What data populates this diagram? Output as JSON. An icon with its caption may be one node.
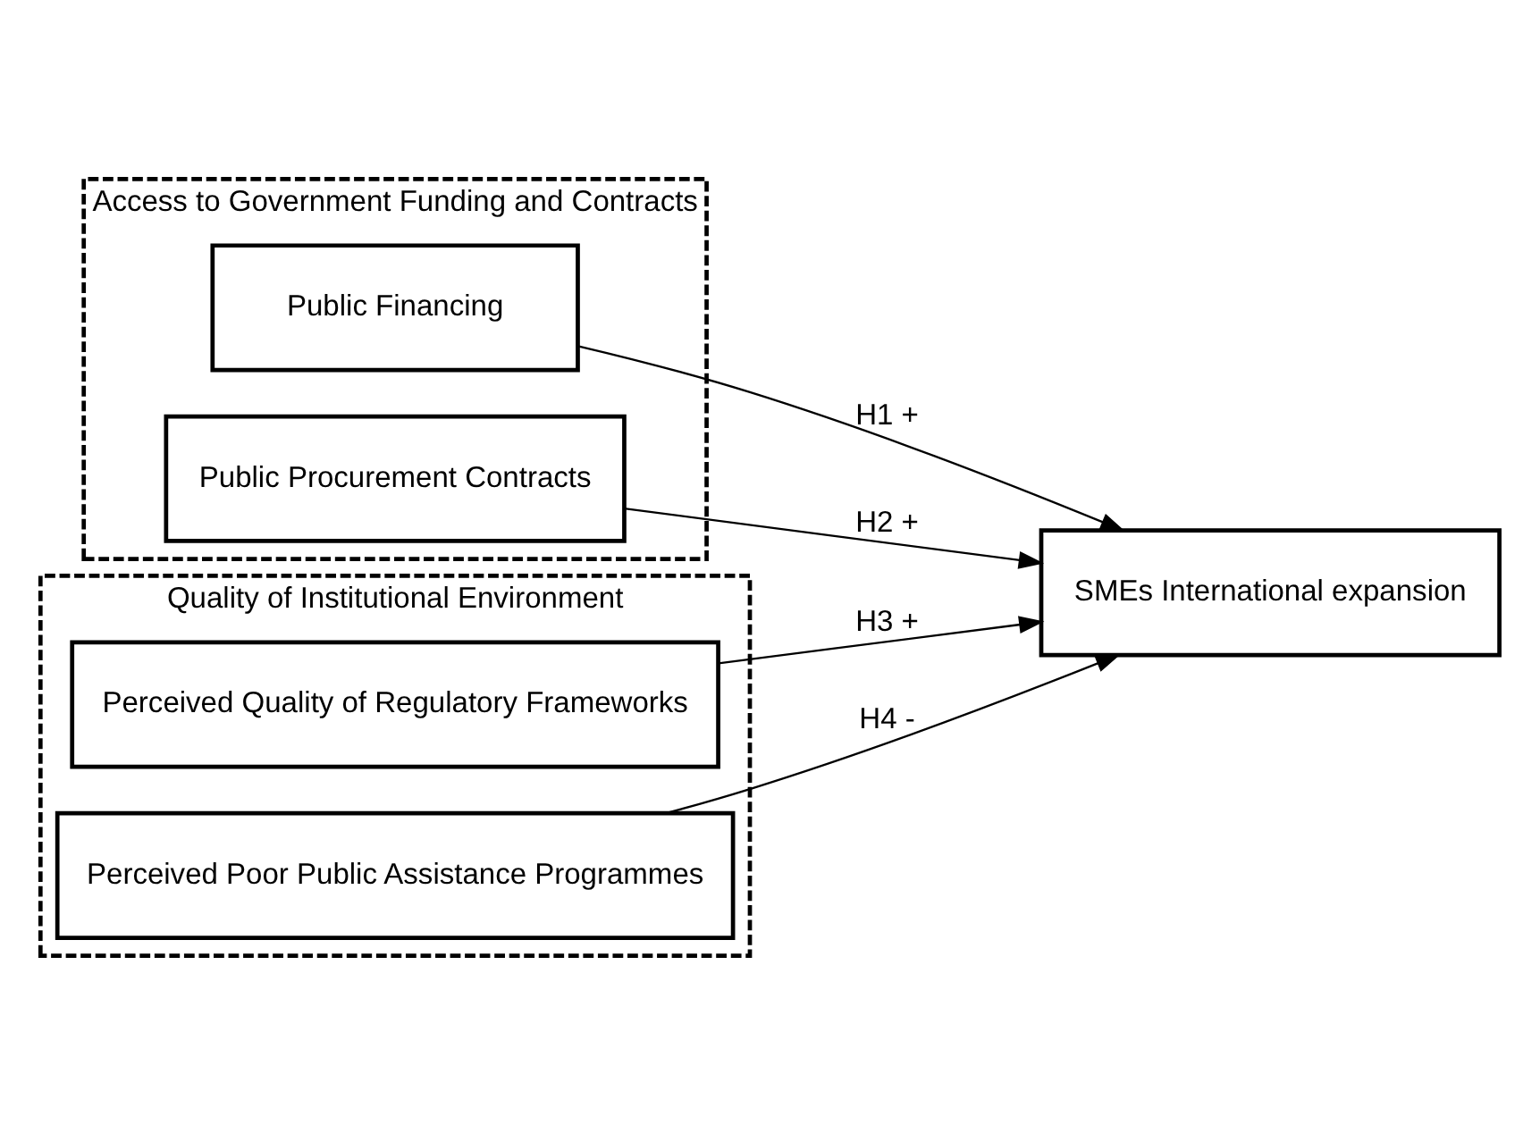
{
  "diagram": {
    "nodes": [
      {
        "text": [
          "Access to Government Funding and Contracts"
        ]
      },
      {
        "text": [
          "Public Financing"
        ],
        "in": 0
      },
      {
        "text": [
          "Public Procurement Contracts"
        ],
        "in": 0
      },
      {
        "text": [
          "Quality of Institutional Environment"
        ]
      },
      {
        "text": [
          "Perceived Quality of Regulatory Frameworks"
        ],
        "in": 3
      },
      {
        "text": [
          "Perceived Poor Public Assistance Programmes"
        ],
        "in": 3
      },
      {
        "text": [
          "SMEs International expansion"
        ]
      }
    ],
    "edges": [
      {
        "from": 1,
        "to": 6,
        "arrow": "to",
        "label": "H1 +"
      },
      {
        "from": 2,
        "to": 6,
        "arrow": "to",
        "label": "H2 +"
      },
      {
        "from": 4,
        "to": 6,
        "arrow": "to",
        "label": "H3 +"
      },
      {
        "from": 5,
        "to": 6,
        "arrow": "to",
        "label": "H4 -"
      }
    ]
  }
}
